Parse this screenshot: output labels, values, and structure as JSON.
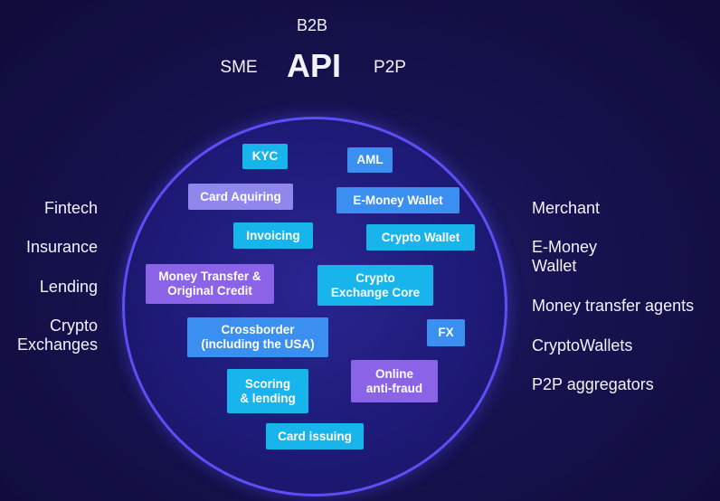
{
  "header": {
    "top": "B2B",
    "left": "SME",
    "center": "API",
    "right": "P2P"
  },
  "left_labels": [
    "Fintech",
    "Insurance",
    "Lending",
    "Crypto\nExchanges"
  ],
  "right_labels": [
    "Merchant",
    "E-Money\nWallet",
    "Money transfer agents",
    "CryptoWallets",
    "P2P aggregators"
  ],
  "modules": {
    "kyc": "KYC",
    "aml": "AML",
    "card_aquiring": "Card Aquiring",
    "emoney_wallet": "E-Money Wallet",
    "invoicing": "Invoicing",
    "crypto_wallet": "Crypto Wallet",
    "money_transfer": "Money Transfer &\nOriginal Credit",
    "crypto_exchange": "Crypto\nExchange Core",
    "crossborder": "Crossborder\n(including the USA)",
    "fx": "FX",
    "scoring": "Scoring\n& lending",
    "antifraud": "Online\nanti-fraud",
    "card_issuing": "Card issuing"
  },
  "colors": {
    "cyan": "#18b4ec",
    "blue": "#3b8ff0",
    "purple": "#8a63e6",
    "lavender": "#8f87ec",
    "ring": "#5d4ef5"
  }
}
